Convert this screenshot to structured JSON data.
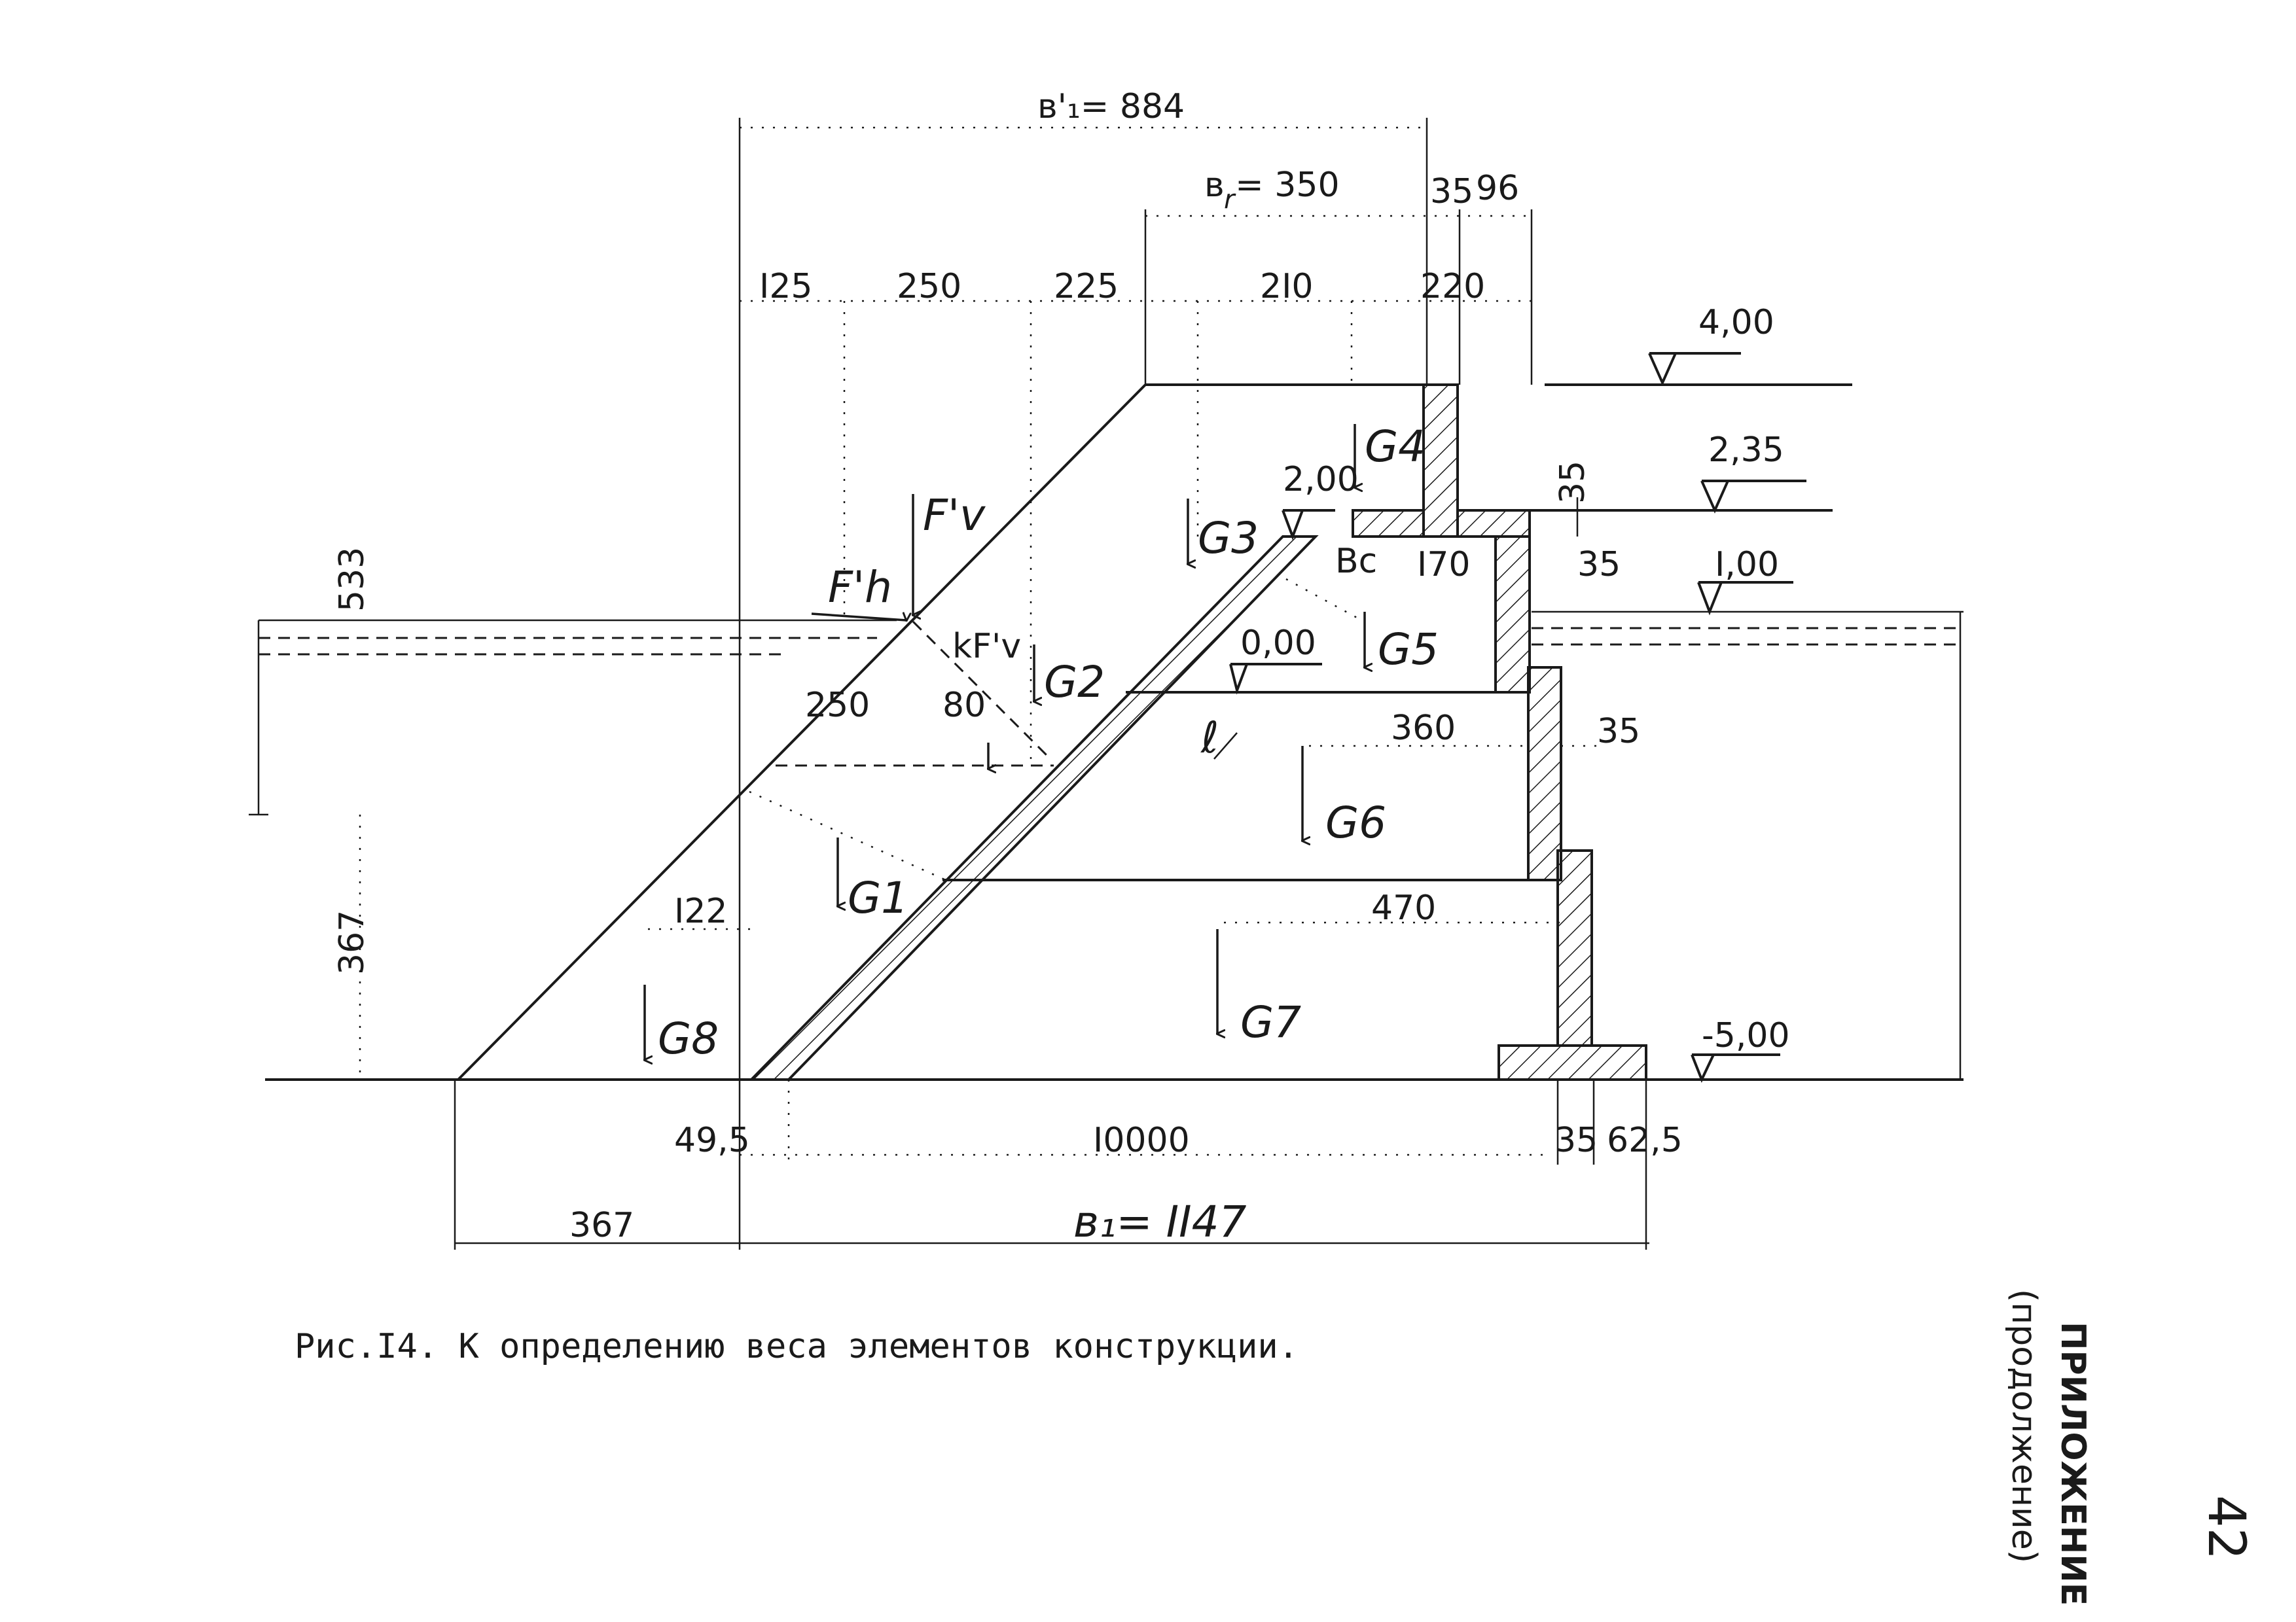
{
  "dimensions": {
    "b1_prime": "в'₁= 884",
    "br": "в   = 350",
    "br_sub": "r",
    "d35_top": "35",
    "d96": "96",
    "d125": "I25",
    "d250_top": "250",
    "d225": "225",
    "d210": "2I0",
    "d220": "220",
    "d35_right": "35",
    "d35_mid": "35",
    "d35_lower": "35",
    "d170": "I70",
    "d250_mid": "250",
    "d80": "80",
    "d360": "360",
    "d470": "470",
    "d122": "I22",
    "d49_5": "49,5",
    "d10000": "I0000",
    "d35_bottom": "35",
    "d62_5": "62,5",
    "d367_bottom": "367",
    "b1": "в₁= II47",
    "d533": "533",
    "d367_left": "367",
    "bc": "Bс",
    "l": "ℓ"
  },
  "elevations": {
    "e4_00": "4,00",
    "e2_35": "2,35",
    "e1_00": "I,00",
    "e2_00": "2,00",
    "e0_00": "0,00",
    "e_minus5_00": "-5,00"
  },
  "forces": {
    "fv_prime": "F'v",
    "fh_prime": "F'h",
    "kfv": "kF'v",
    "g1": "G1",
    "g2": "G2",
    "g3": "G3",
    "g4": "G4",
    "g5": "G5",
    "g6": "G6",
    "g7": "G7",
    "g8": "G8"
  },
  "caption": "Рис.I4. К определению веса  элементов конструкции.",
  "side_title": "ПРИЛОЖЕНИЕ",
  "side_subtitle": "(продолжение)",
  "page_number": "42"
}
